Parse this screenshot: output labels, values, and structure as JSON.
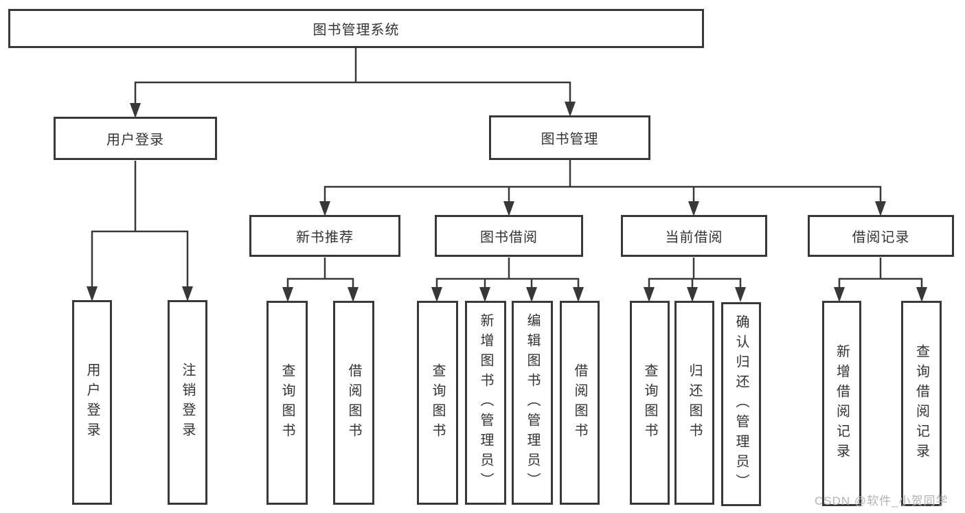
{
  "tree": {
    "root": "图书管理系统",
    "branches": [
      {
        "label": "用户登录",
        "children": [
          "用户登录",
          "注销登录"
        ]
      },
      {
        "label": "图书管理",
        "sections": [
          {
            "label": "新书推荐",
            "children": [
              "查询图书",
              "借阅图书"
            ]
          },
          {
            "label": "图书借阅",
            "children": [
              "查询图书",
              "新增图书（管理员）",
              "编辑图书（管理员）",
              "借阅图书"
            ]
          },
          {
            "label": "当前借阅",
            "children": [
              "查询图书",
              "归还图书",
              "确认归还（管理员）"
            ]
          },
          {
            "label": "借阅记录",
            "children": [
              "新增借阅记录",
              "查询借阅记录"
            ]
          }
        ]
      }
    ]
  },
  "watermark": {
    "text": "CSDN @软件_小贺同学"
  },
  "colors": {
    "line": "#383838",
    "box_border": "#383838",
    "text": "#333333",
    "watermark": "#b3b3b3",
    "background": "#ffffff"
  }
}
